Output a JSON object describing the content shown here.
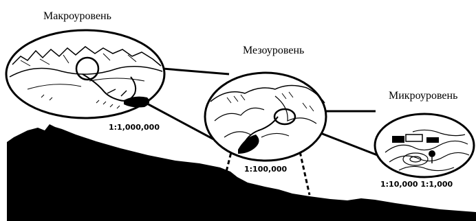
{
  "levels": {
    "macro": {
      "label": "Макроуровень",
      "scale": "1:1,000,000"
    },
    "meso": {
      "label": "Мезоуровень",
      "scale": "1:100,000"
    },
    "micro": {
      "label": "Микроуровень",
      "scale": "1:10,000 1:1,000"
    }
  },
  "colors": {
    "terrain": "#000000",
    "background": "#ffffff",
    "ink": "#000000"
  }
}
